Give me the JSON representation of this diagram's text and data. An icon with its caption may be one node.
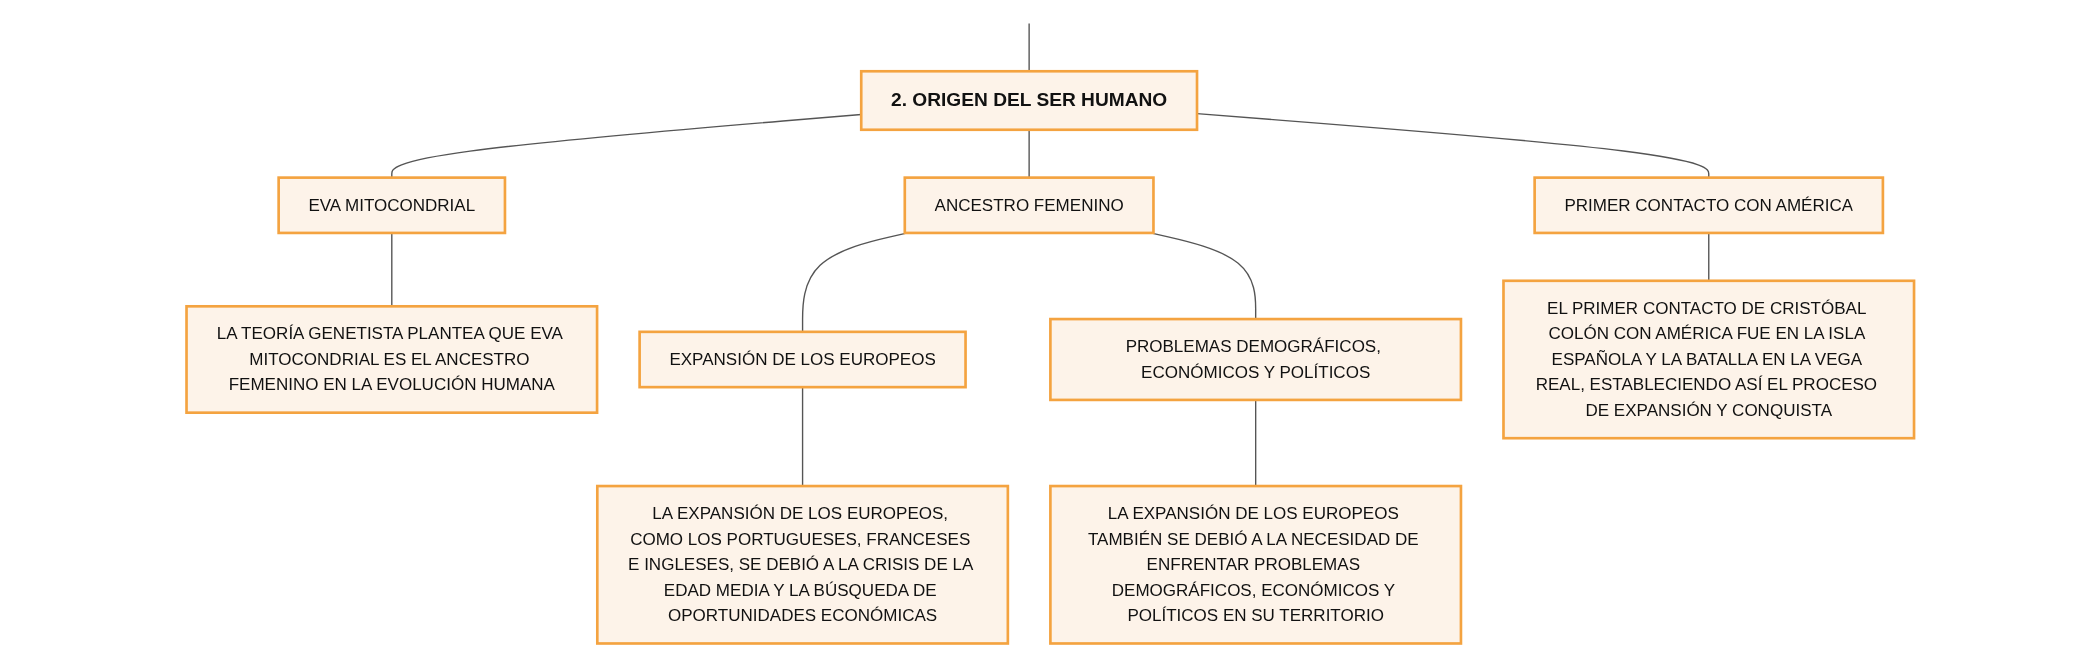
{
  "diagram": {
    "nodes": [
      {
        "text": [
          "2. ORIGEN DEL SER HUMANO"
        ]
      },
      {
        "text": [
          "EVA MITOCONDRIAL"
        ]
      },
      {
        "text": [
          "ANCESTRO FEMENINO"
        ]
      },
      {
        "text": [
          "PRIMER CONTACTO CON AMÉRICA"
        ]
      },
      {
        "text": [
          "LA TEORÍA GENETISTA PLANTEA QUE EVA MITOCONDRIAL ES EL ANCESTRO FEMENINO EN LA EVOLUCIÓN HUMANA"
        ]
      },
      {
        "text": [
          "EXPANSIÓN DE LOS EUROPEOS"
        ]
      },
      {
        "text": [
          "PROBLEMAS DEMOGRÁFICOS, ECONÓMICOS Y POLÍTICOS"
        ]
      },
      {
        "text": [
          "EL PRIMER CONTACTO DE CRISTÓBAL COLÓN CON AMÉRICA FUE EN LA ISLA ESPAÑOLA Y LA BATALLA EN LA VEGA REAL, ESTABLECIENDO ASÍ EL PROCESO DE EXPANSIÓN Y CONQUISTA"
        ]
      },
      {
        "text": [
          "LA EXPANSIÓN DE LOS EUROPEOS, COMO LOS PORTUGUESES, FRANCESES E INGLESES, SE DEBIÓ A LA CRISIS DE LA EDAD MEDIA Y LA BÚSQUEDA DE OPORTUNIDADES ECONÓMICAS"
        ]
      },
      {
        "text": [
          "LA EXPANSIÓN DE LOS EUROPEOS TAMBIÉN SE DEBIÓ A LA NECESIDAD DE ENFRENTAR PROBLEMAS DEMOGRÁFICOS, ECONÓMICOS Y POLÍTICOS EN SU TERRITORIO"
        ]
      }
    ],
    "edges": [
      {
        "from": null,
        "to": 0,
        "arrow": "none"
      },
      {
        "from": 0,
        "to": 1,
        "arrow": "none"
      },
      {
        "from": 0,
        "to": 2,
        "arrow": "none"
      },
      {
        "from": 0,
        "to": 3,
        "arrow": "none"
      },
      {
        "from": 1,
        "to": 4,
        "arrow": "none"
      },
      {
        "from": 2,
        "to": 5,
        "arrow": "none"
      },
      {
        "from": 2,
        "to": 6,
        "arrow": "none"
      },
      {
        "from": 3,
        "to": 7,
        "arrow": "none"
      },
      {
        "from": 5,
        "to": 8,
        "arrow": "none"
      },
      {
        "from": 6,
        "to": 9,
        "arrow": "none"
      }
    ]
  }
}
